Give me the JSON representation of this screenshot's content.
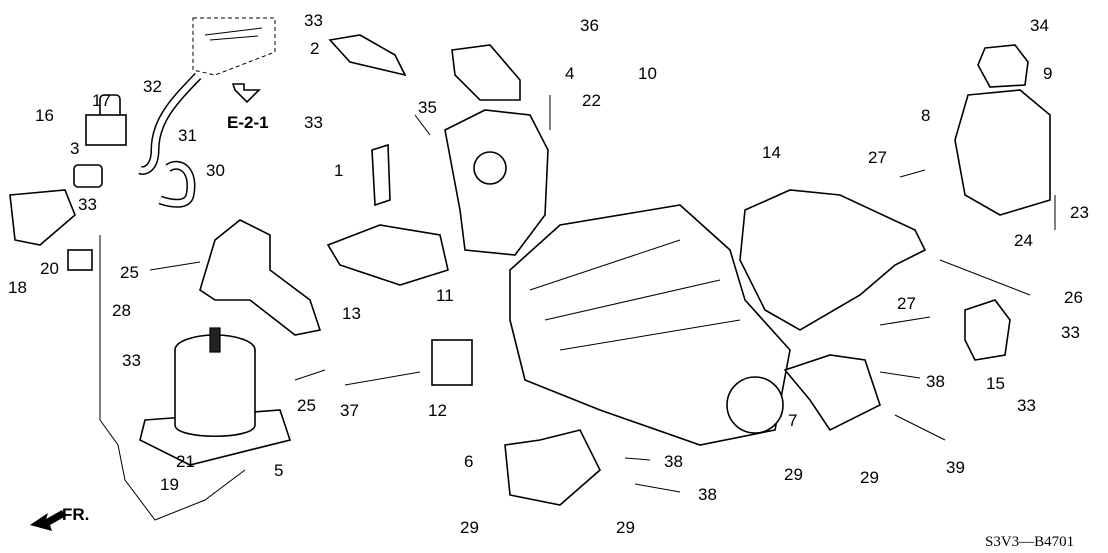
{
  "diagram": {
    "callouts": [
      "33",
      "2",
      "36",
      "4",
      "10",
      "34",
      "9",
      "32",
      "17",
      "33",
      "35",
      "22",
      "8",
      "16",
      "3",
      "31",
      "1",
      "14",
      "27",
      "30",
      "23",
      "33",
      "24",
      "20",
      "25",
      "11",
      "26",
      "18",
      "28",
      "13",
      "27",
      "33",
      "33",
      "12",
      "37",
      "25",
      "38",
      "15",
      "7",
      "33",
      "5",
      "21",
      "6",
      "38",
      "39",
      "19",
      "29",
      "29",
      "38",
      "29",
      "29"
    ],
    "reference": "E-2-1",
    "direction_label": "FR.",
    "diagram_code": "S3V3—B4701"
  }
}
